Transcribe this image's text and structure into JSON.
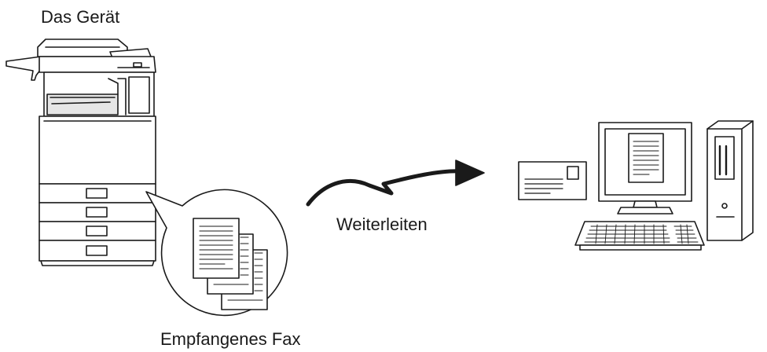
{
  "labels": {
    "device": "Das Gerät",
    "forward": "Weiterleiten",
    "received_fax": "Empfangenes Fax"
  },
  "icons": {
    "device": "multifunction-printer-icon",
    "fax_pages": "document-stack-icon",
    "arrow": "forward-arrow-icon",
    "mail": "envelope-icon",
    "computer": "desktop-computer-icon"
  },
  "colors": {
    "line": "#1a1a1a",
    "fill": "#ffffff",
    "shade": "#d9d9d9"
  }
}
